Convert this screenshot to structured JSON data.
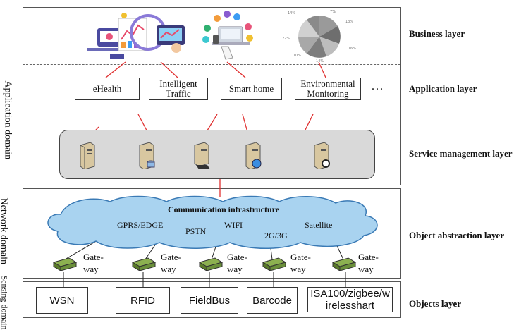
{
  "domains": {
    "application": "Application domain",
    "network": "Network domain",
    "sensing": "Sensing domain"
  },
  "layers": {
    "business": "Business layer",
    "application": "Application layer",
    "service": "Service management layer",
    "object_abstraction": "Object abstraction layer",
    "objects": "Objects layer"
  },
  "applications": [
    "eHealth",
    "Intelligent Traffic",
    "Smart home",
    "Environmental Monitoring"
  ],
  "applications_more": "...",
  "network": {
    "title": "Communication infrastructure",
    "technologies": [
      "GPRS/EDGE",
      "PSTN",
      "WIFI",
      "2G/3G",
      "Satellite"
    ]
  },
  "gateway_label": "Gate-way",
  "objects": [
    "WSN",
    "RFID",
    "FieldBus",
    "Barcode",
    "ISA100/zigbee/wirelesshart"
  ],
  "business_icons": [
    "health-dashboard-icon",
    "smart-devices-icon",
    "pie-chart-icon"
  ],
  "colors": {
    "connector": "#e03030",
    "cloud": "#a9d3f0",
    "cloud_border": "#3a7ab5",
    "gateway": "#6a8f3a",
    "service_panel": "#d9d9d9"
  }
}
